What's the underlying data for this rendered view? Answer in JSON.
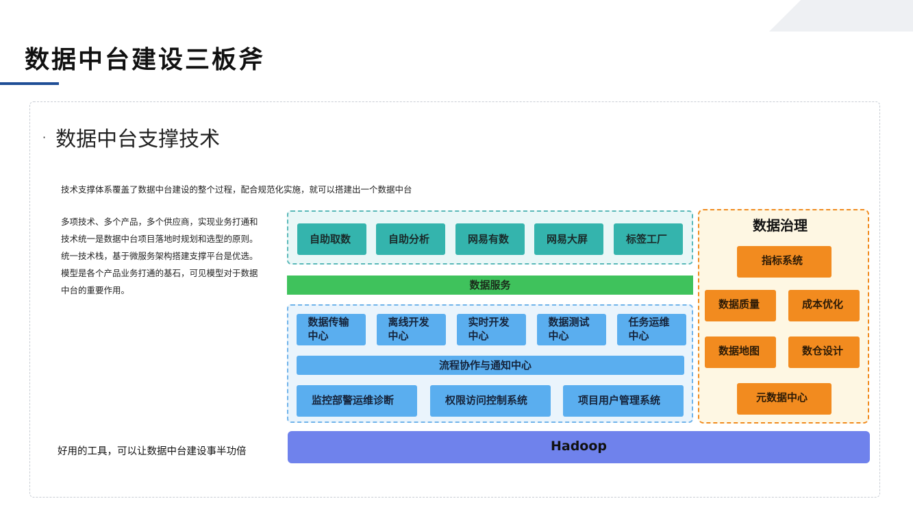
{
  "title": "数据中台建设三板斧",
  "section": {
    "bullet": "·",
    "title": "数据中台支撑技术"
  },
  "intro": "技术支撑体系覆盖了数据中台建设的整个过程，配合规范化实施，就可以搭建出一个数据中台",
  "left_paragraphs": [
    "多项技术、多个产品，多个供应商，实现业务打通和技术统一是数据中台项目落地时规划和选型的原则。",
    "统一技术栈，基于微服务架构搭建支撑平台是优选。",
    "模型是各个产品业务打通的基石，可见模型对于数据中台的重要作用。"
  ],
  "bottom_note": "好用的工具，可以让数据中台建设事半功倍",
  "diagram": {
    "top_products": [
      "自助取数",
      "自助分析",
      "网易有数",
      "网易大屏",
      "标签工厂"
    ],
    "service_bar": "数据服务",
    "centers": [
      "数据传输中心",
      "离线开发中心",
      "实时开发中心",
      "数据测试中心",
      "任务运维中心"
    ],
    "flow_bar": "流程协作与通知中心",
    "systems": [
      "监控部警运维诊断",
      "权限访问控制系统",
      "项目用户管理系统"
    ],
    "governance": {
      "title": "数据治理",
      "items": [
        "指标系统",
        "数据质量",
        "成本优化",
        "数据地图",
        "数仓设计",
        "元数据中心"
      ]
    },
    "base": "Hadoop"
  },
  "colors": {
    "title_bar": "#1f4e96",
    "teal": "#34b4ad",
    "green": "#3fc25c",
    "light_blue": "#5aaeef",
    "orange": "#f28b1f",
    "hadoop": "#6f82ec"
  }
}
